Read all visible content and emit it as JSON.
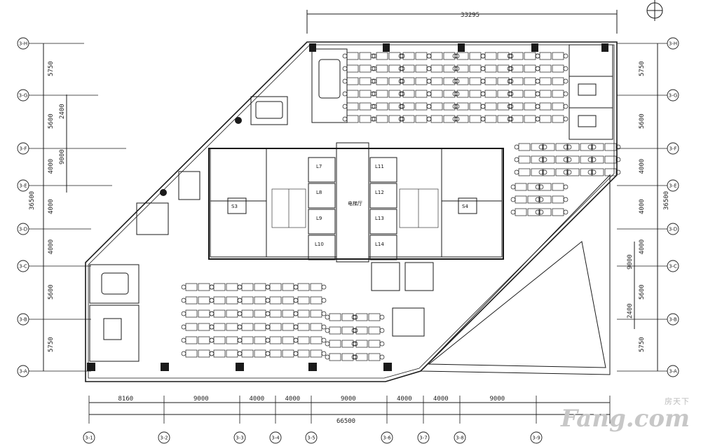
{
  "top_dimension": "33295",
  "bottom_total": "66500",
  "bottom_dimensions": [
    "8160",
    "9000",
    "4000",
    "4000",
    "9000",
    "4000",
    "4000",
    "9000"
  ],
  "left_dimensions": [
    "5750",
    "5600",
    "4000",
    "4000",
    "4000",
    "5600",
    "5750"
  ],
  "left_total": "36500",
  "left_inner": [
    "2400",
    "9000"
  ],
  "right_dimensions": [
    "5750",
    "5600",
    "4000",
    "4000",
    "4000",
    "5600",
    "5750"
  ],
  "right_total": "36500",
  "right_inner": [
    "9000",
    "2400"
  ],
  "row_axes": [
    "3-H",
    "3-G",
    "3-F",
    "3-E",
    "3-D",
    "3-C",
    "3-B",
    "3-A"
  ],
  "column_axes": [
    "3-1",
    "3-2",
    "3-3",
    "3-4",
    "3-5",
    "3-6",
    "3-7",
    "3-8",
    "3-9"
  ],
  "room_labels": {
    "lifts_left": [
      "L7",
      "L8",
      "L9",
      "L10"
    ],
    "lifts_right": [
      "L11",
      "L12",
      "L13",
      "L14"
    ],
    "lobby": "电梯厅",
    "stairs": [
      "S3",
      "S4"
    ]
  },
  "watermark": {
    "top": "房天下",
    "main": "Fang.com"
  },
  "colors": {
    "line": "#1a1a1a",
    "background": "#ffffff",
    "watermark": "#c7c7c7"
  }
}
